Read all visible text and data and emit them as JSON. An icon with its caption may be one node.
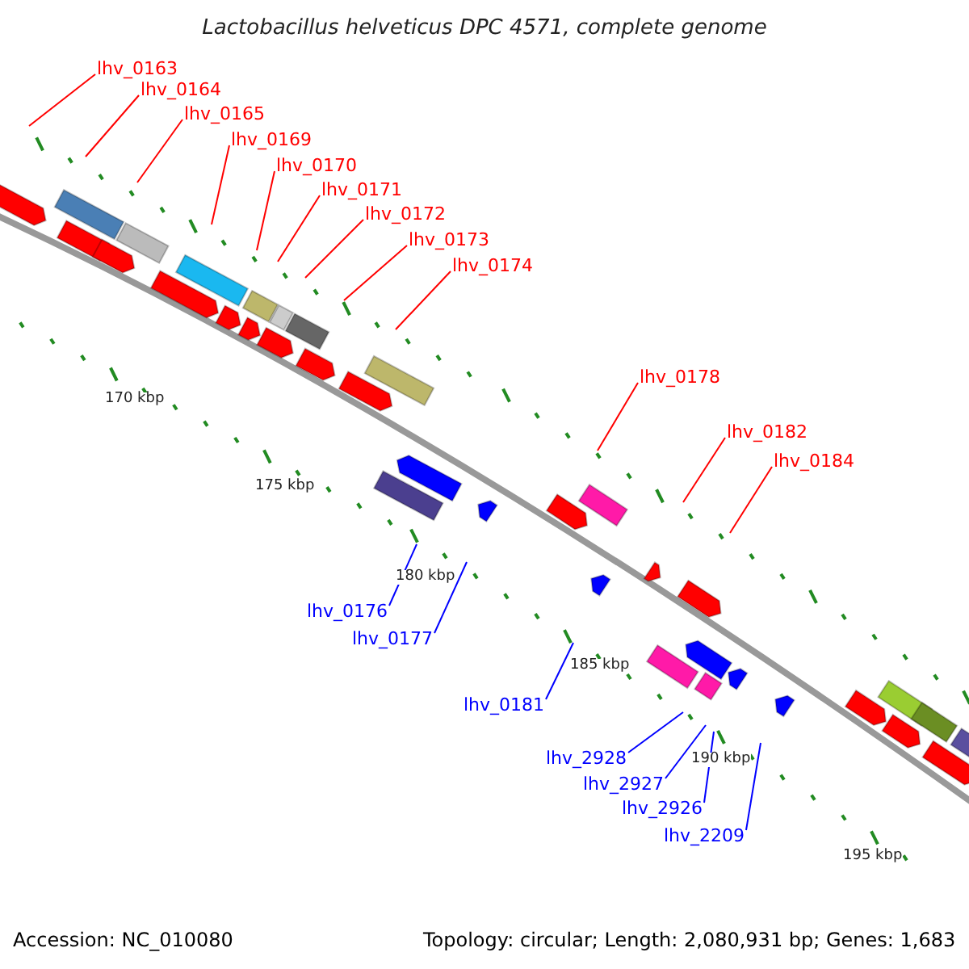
{
  "diagram": {
    "title": "Lactobacillus helveticus DPC 4571, complete genome",
    "nodes": [
      {
        "text": [
          "lhv_0163"
        ]
      },
      {
        "text": [
          "lhv_0164"
        ]
      },
      {
        "text": [
          "lhv_0165"
        ]
      },
      {
        "text": [
          "lhv_0169"
        ]
      },
      {
        "text": [
          "lhv_0170"
        ]
      },
      {
        "text": [
          "lhv_0171"
        ]
      },
      {
        "text": [
          "lhv_0172"
        ]
      },
      {
        "text": [
          "lhv_0173"
        ]
      },
      {
        "text": [
          "lhv_0174"
        ]
      },
      {
        "text": [
          "lhv_0178"
        ]
      },
      {
        "text": [
          "lhv_0182"
        ]
      },
      {
        "text": [
          "lhv_0184"
        ]
      },
      {
        "text": [
          "lhv_0176"
        ]
      },
      {
        "text": [
          "lhv_0177"
        ]
      },
      {
        "text": [
          "lhv_0181"
        ]
      },
      {
        "text": [
          "lhv_2928"
        ]
      },
      {
        "text": [
          "lhv_2927"
        ]
      },
      {
        "text": [
          "lhv_2926"
        ]
      },
      {
        "text": [
          "lhv_2209"
        ]
      }
    ],
    "edges": [
      {
        "from": 0,
        "to": null,
        "arrow": "none"
      },
      {
        "from": 1,
        "to": null,
        "arrow": "none"
      },
      {
        "from": 2,
        "to": null,
        "arrow": "none"
      },
      {
        "from": 3,
        "to": null,
        "arrow": "none"
      },
      {
        "from": 4,
        "to": null,
        "arrow": "none"
      },
      {
        "from": 5,
        "to": null,
        "arrow": "none"
      },
      {
        "from": 6,
        "to": null,
        "arrow": "none"
      },
      {
        "from": 7,
        "to": null,
        "arrow": "none"
      },
      {
        "from": 8,
        "to": null,
        "arrow": "none"
      },
      {
        "from": 9,
        "to": null,
        "arrow": "none"
      },
      {
        "from": 10,
        "to": null,
        "arrow": "none"
      },
      {
        "from": 11,
        "to": null,
        "arrow": "none"
      },
      {
        "from": 12,
        "to": null,
        "arrow": "none",
        "color": "#0000ff"
      },
      {
        "from": 13,
        "to": null,
        "arrow": "none",
        "color": "#0000ff"
      },
      {
        "from": 14,
        "to": null,
        "arrow": "none",
        "color": "#0000ff"
      },
      {
        "from": 15,
        "to": null,
        "arrow": "none",
        "color": "#0000ff"
      },
      {
        "from": 16,
        "to": null,
        "arrow": "none",
        "color": "#0000ff"
      },
      {
        "from": 17,
        "to": null,
        "arrow": "none",
        "color": "#0000ff"
      },
      {
        "from": 18,
        "to": null,
        "arrow": "none",
        "color": "#0000ff"
      }
    ],
    "labels": [
      "170 kbp",
      "175 kbp",
      "180 kbp",
      "185 kbp",
      "190 kbp",
      "195 kbp",
      "Accession: NC_010080",
      "Topology: circular; Length: 2,080,931 bp; Genes: 1,683"
    ]
  }
}
